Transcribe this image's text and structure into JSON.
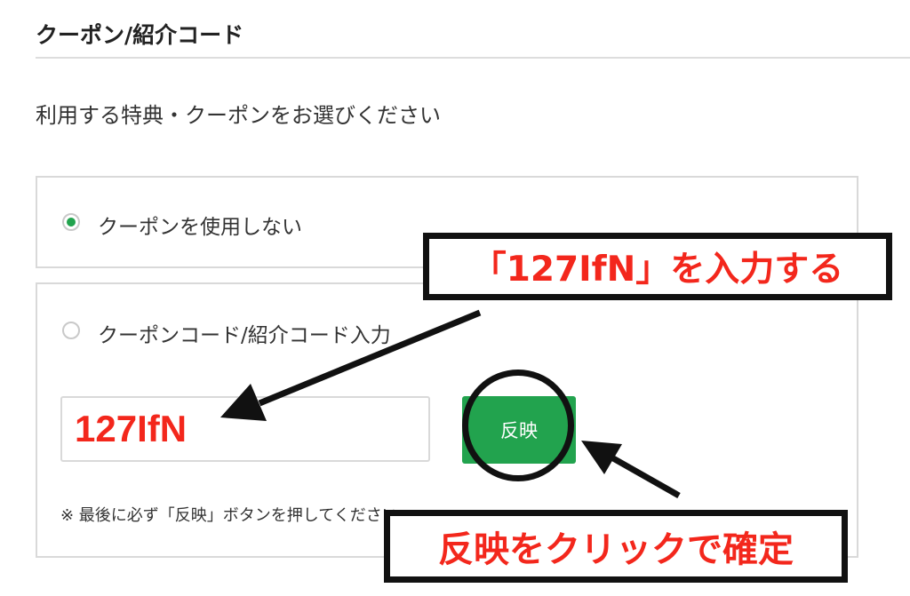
{
  "section": {
    "title": "クーポン/紹介コード"
  },
  "instruction": "利用する特典・クーポンをお選びください",
  "options": [
    {
      "label": "クーポンを使用しない",
      "selected": true
    },
    {
      "label": "クーポンコード/紹介コード入力",
      "selected": false
    }
  ],
  "code_input": {
    "value": "127IfN",
    "placeholder": ""
  },
  "apply_button": {
    "label": "反映"
  },
  "note": "※ 最後に必ず「反映」ボタンを押してください",
  "annotations": {
    "input_callout": "「127IfN」を入力する",
    "click_callout": "反映をクリックで確定"
  },
  "colors": {
    "accent": "#22a34e",
    "annotation_text": "#f3271c",
    "annotation_border": "#111111"
  }
}
